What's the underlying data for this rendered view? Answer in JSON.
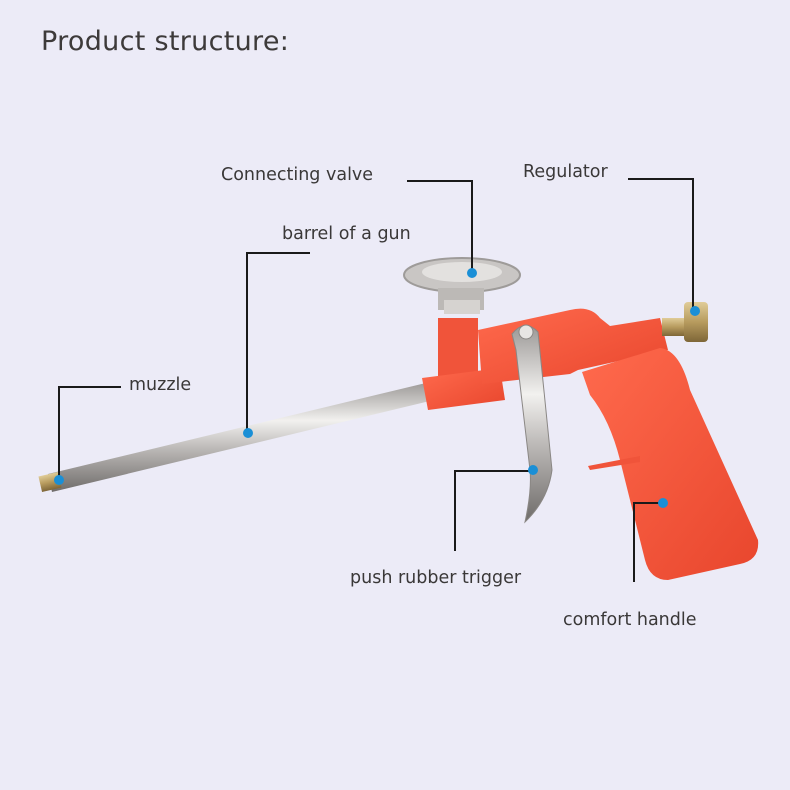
{
  "title": "Product structure:",
  "colors": {
    "background": "#ecebf7",
    "leader_line": "#1a1a1a",
    "marker_dot": "#1a8fd6",
    "gun_body": "#f0543a",
    "metal": "#c9c6c4",
    "brass": "#b79b5e"
  },
  "labels": {
    "connecting_valve": "Connecting valve",
    "regulator": "Regulator",
    "barrel": "barrel of a gun",
    "muzzle": "muzzle",
    "trigger": "push rubber trigger",
    "handle": "comfort handle"
  }
}
